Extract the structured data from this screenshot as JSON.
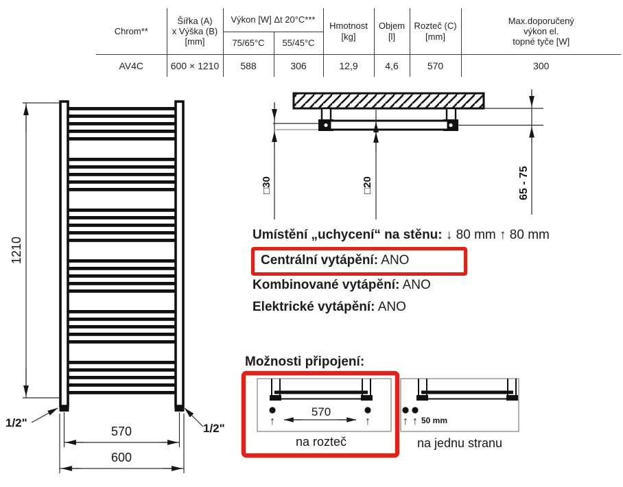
{
  "colors": {
    "highlight_red": "#e02318",
    "ink": "#1c1c1c"
  },
  "table": {
    "headers": {
      "model": "Chrom**",
      "size": "Šířka (A)\nx Výška (B)\n[mm]",
      "power": "Výkon [W] Δt 20°C***",
      "power_sub1": "75/65°C",
      "power_sub2": "55/45°C",
      "weight": "Hmotnost\n[kg]",
      "volume": "Objem\n[l]",
      "pitch": "Rozteč (C)\n[mm]",
      "max_el": "Max.doporučený\nvýkon el.\ntopné tyče [W]"
    },
    "row": {
      "model": "AV4C",
      "size": "600 × 1210",
      "power_7565": "588",
      "power_5545": "306",
      "weight": "12,9",
      "volume": "4,6",
      "pitch": "570",
      "max_el": "300"
    }
  },
  "drawing": {
    "height_label": "1210",
    "pitch_label": "570",
    "width_label": "600",
    "conn_left_label": "1/2\"",
    "conn_right_label": "1/2\""
  },
  "mount": {
    "tube_depth_label": "□30",
    "gap_label": "□20",
    "distance_label": "65 - 75"
  },
  "info": {
    "mounting_label": "Umístění „uchycení“ na stěnu:",
    "mounting_value": "↓ 80 mm ↑ 80 mm",
    "central_label": "Centrální vytápění:",
    "central_value": "ANO",
    "combined_label": "Kombinované vytápění:",
    "combined_value": "ANO",
    "electric_label": "Elektrické vytápění:",
    "electric_value": "ANO"
  },
  "connections": {
    "heading": "Možnosti připojení:",
    "pitch_option": {
      "dim": "570",
      "caption": "na rozteč"
    },
    "side_option": {
      "dim": "50 mm",
      "caption": "na jednu stranu"
    }
  }
}
